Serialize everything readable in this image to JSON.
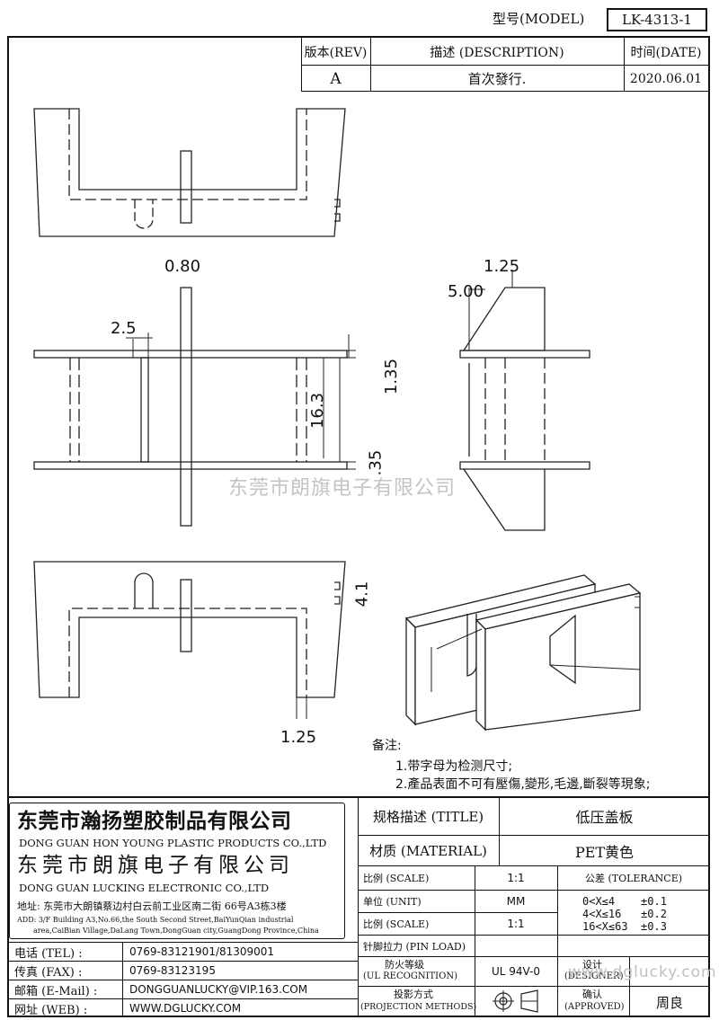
{
  "header": {
    "model_label": "型号(MODEL)",
    "model_value": "LK-4313-1"
  },
  "revision": {
    "col_rev": "版本(REV)",
    "col_desc": "描述 (DESCRIPTION)",
    "col_date": "时间(DATE)",
    "rev": "A",
    "desc": "首次發行.",
    "date": "2020.06.01"
  },
  "dimensions": {
    "d080": "0.80",
    "d25": "2.5",
    "d135": "1.35",
    "d163": "16.3",
    "d35": ".35",
    "d125_top": "1.25",
    "d500": "5.00",
    "d41": "4.1",
    "d125_bottom": "1.25"
  },
  "watermark": "东莞市朗旗电子有限公司",
  "notes": {
    "title": "备注:",
    "items": [
      "1.带字母为检测尺寸;",
      "2.產品表面不可有壓傷,變形,毛邊,斷裂等現象;"
    ]
  },
  "company": {
    "name_cn": "东莞市瀚扬塑胶制品有限公司",
    "name_en": "DONG GUAN HON YOUNG PLASTIC PRODUCTS CO.,LTD",
    "name2_cn": "东莞市朗旗电子有限公司",
    "name2_en": "DONG GUAN LUCKING ELECTRONIC CO.,LTD",
    "addr_cn": "地址: 东莞市大朗镇蔡边村白云前工业区南二街 66号A3栋3楼",
    "addr_en1": "ADD: 3/F Building A3,No.66,the South Second Street,BaiYunQian industrial",
    "addr_en2": "area,CaiBian Village,DaLang Town,DongGuan city,GuangDong Province,China"
  },
  "contacts": [
    {
      "label": "电话 (TEL) :",
      "value": "0769-83121901/81309001"
    },
    {
      "label": "传真 (FAX) :",
      "value": "0769-83123195"
    },
    {
      "label": "邮箱 (E-Mail) :",
      "value": "DONGGUANLUCKY@VIP.163.COM"
    },
    {
      "label": "网址 (WEB) :",
      "value": "WWW.DGLUCKY.COM"
    }
  ],
  "spec": {
    "title_label": "规格描述 (TITLE)",
    "title_value": "低压盖板",
    "material_label": "材质 (MATERIAL)",
    "material_value": "PET黄色",
    "scale_label": "比例 (SCALE)",
    "scale_value": "1:1",
    "tolerance_label": "公差 (TOLERANCE)",
    "unit_label": "单位 (UNIT)",
    "unit_value": "MM",
    "scale2_label": "比例 (SCALE)",
    "scale2_value": "1:1",
    "tol_rows": [
      "0<X≤4    ±0.1",
      "4<X≤16   ±0.2",
      "16<X≤63  ±0.3"
    ],
    "pin_label": "针脚拉力 (PIN LOAD)",
    "fire_label1": "防火等级",
    "fire_label2": "(UL RECOGNITION)",
    "fire_value": "UL 94V-0",
    "designer_label1": "设计",
    "designer_label2": "(DESIGNER)",
    "proj_label1": "投影方式",
    "proj_label2": "(PROJECTION METHODS)",
    "approved_label1": "确认",
    "approved_label2": "(APPROVED)",
    "approved_value": "周良",
    "watermark2": "www.dglucky.com"
  }
}
